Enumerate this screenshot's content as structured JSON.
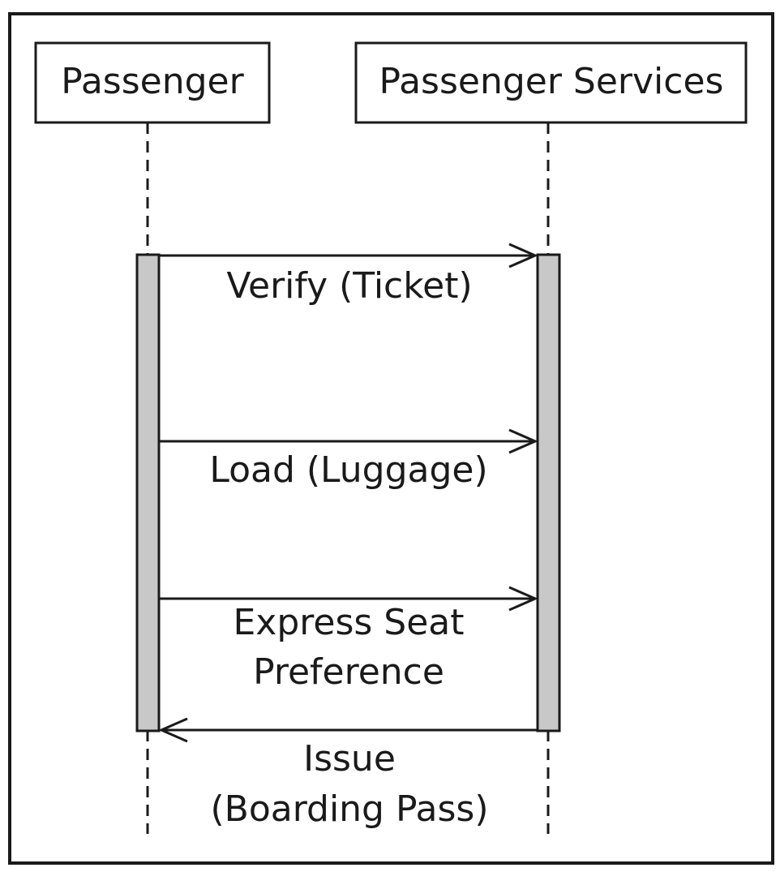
{
  "diagram": {
    "lifelines": [
      {
        "id": "passenger",
        "label": "Passenger"
      },
      {
        "id": "services",
        "label": "Passenger Services"
      }
    ],
    "messages": [
      {
        "from": "passenger",
        "to": "services",
        "lines": [
          "Verify (Ticket)"
        ]
      },
      {
        "from": "passenger",
        "to": "services",
        "lines": [
          "Load (Luggage)"
        ]
      },
      {
        "from": "passenger",
        "to": "services",
        "lines": [
          "Express Seat",
          "Preference"
        ]
      },
      {
        "from": "services",
        "to": "passenger",
        "lines": [
          "Issue",
          "(Boarding Pass)"
        ]
      }
    ],
    "colors": {
      "line": "#1a1a1a",
      "activation_fill": "#c8c8c8",
      "background": "#ffffff"
    }
  }
}
